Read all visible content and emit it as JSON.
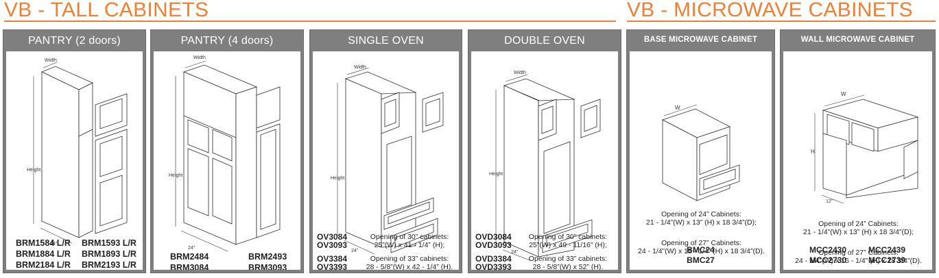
{
  "sections": {
    "tall": {
      "title": "VB - TALL CABINETS"
    },
    "microwave": {
      "title": "VB - MICROWAVE CABINETS"
    }
  },
  "panels": {
    "pantry2": {
      "header": "PANTRY (2 doors)",
      "dims": {
        "width": "Width",
        "height": "Height",
        "depth": "24\""
      },
      "codes": [
        "BRM1584 L/R",
        "BRM1593 L/R",
        "BRM1884 L/R",
        "BRM1893 L/R",
        "BRM2184 L/R",
        "BRM2193 L/R"
      ]
    },
    "pantry4": {
      "header": "PANTRY (4 doors)",
      "dims": {
        "width": "Width",
        "height": "Height",
        "depth": "24\""
      },
      "codes": [
        "BRM2484",
        "BRM2493",
        "BRM3084",
        "BRM3093"
      ]
    },
    "single_oven": {
      "header": "SINGLE OVEN",
      "dims": {
        "width": "Width",
        "height": "Height",
        "depth": "24\""
      },
      "codes_30": [
        "OV3084",
        "OV3093"
      ],
      "note_30": [
        "Opening of 30” cabinets:",
        "25”(W) x 41 - 1/4” (H);"
      ],
      "codes_33": [
        "OV3384",
        "OV3393"
      ],
      "note_33": [
        "Opening of 33” cabinets:",
        "28 - 5/8”(W) x 42 - 1/4” (H)."
      ]
    },
    "double_oven": {
      "header": "DOUBLE OVEN",
      "dims": {
        "width": "Width",
        "height": "Height",
        "depth": "24\""
      },
      "codes_30": [
        "OVD3084",
        "OVD3093"
      ],
      "note_30": [
        "Opening of 30” cabinets:",
        "25”(W) x 49 - 11/16” (H);"
      ],
      "codes_33": [
        "OVD3384",
        "OVD3393"
      ],
      "note_33": [
        "Opening of 33” cabinets:",
        "28 - 5/8”(W) x 52” (H)."
      ]
    },
    "base_microwave": {
      "header": "BASE MICROWAVE CABINET",
      "dims": {
        "width": "W"
      },
      "note_24": [
        "Opening of 24” Cabinets:",
        "21 - 1/4”(W) x 13” (H) x 18 3/4”(D);"
      ],
      "note_27": [
        "Opening of 27” Cabinets:",
        "24 - 1/4”(W) x 15 - 1/4” (H) x 18 3/4”(D)."
      ],
      "codes": [
        "BMC24",
        "BMC27"
      ]
    },
    "wall_microwave": {
      "header": "WALL MICROWAVE CABINET",
      "dims": {
        "width": "W",
        "height": "H",
        "depth": "12\""
      },
      "note_24": [
        "Opening of 24” Cabinets:",
        "21 - 1/4”(W) x 13” (H) x 18 3/4”(D);"
      ],
      "note_27": [
        "Opening of 27” Cabinets:",
        "24 - 1/4”(W) x 15 - 1/4” (H) x 18 3/4”(D)."
      ],
      "codes": [
        "MCC2430",
        "MCC2439",
        "MCC2730",
        "MCC2739"
      ]
    }
  }
}
